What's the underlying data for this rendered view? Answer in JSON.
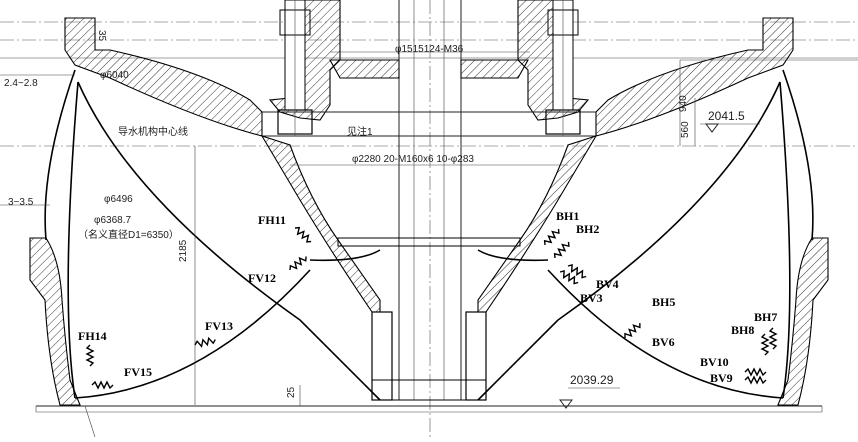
{
  "annotations": {
    "d_6040": "φ6040",
    "d_2_4_2_8": "2.4~2.8",
    "d_35": "35",
    "bolt_circle": "φ1515124-M36",
    "note": "见注1",
    "guide_center_line": "导水机构中心线",
    "d_2280": "φ2280 20-M160x6 10-φ283",
    "d_6496": "φ6496",
    "d_3_3_5": "3~3.5",
    "d_6368": "φ6368.7",
    "nominal_dia": "（名义直径D1=6350）",
    "d_2185": "2185",
    "d_940": "940",
    "d_560": "560",
    "d_25": "25",
    "elev_top": "2041.5",
    "elev_bottom": "2039.29"
  },
  "sensors": {
    "FH11": "FH11",
    "FV12": "FV12",
    "FV13": "FV13",
    "FH14": "FH14",
    "FV15": "FV15",
    "BH1": "BH1",
    "BH2": "BH2",
    "BV3": "BV3",
    "BV4": "BV4",
    "BH5": "BH5",
    "BV6": "BV6",
    "BH7": "BH7",
    "BH8": "BH8",
    "BV9": "BV9",
    "BV10": "BV10"
  }
}
